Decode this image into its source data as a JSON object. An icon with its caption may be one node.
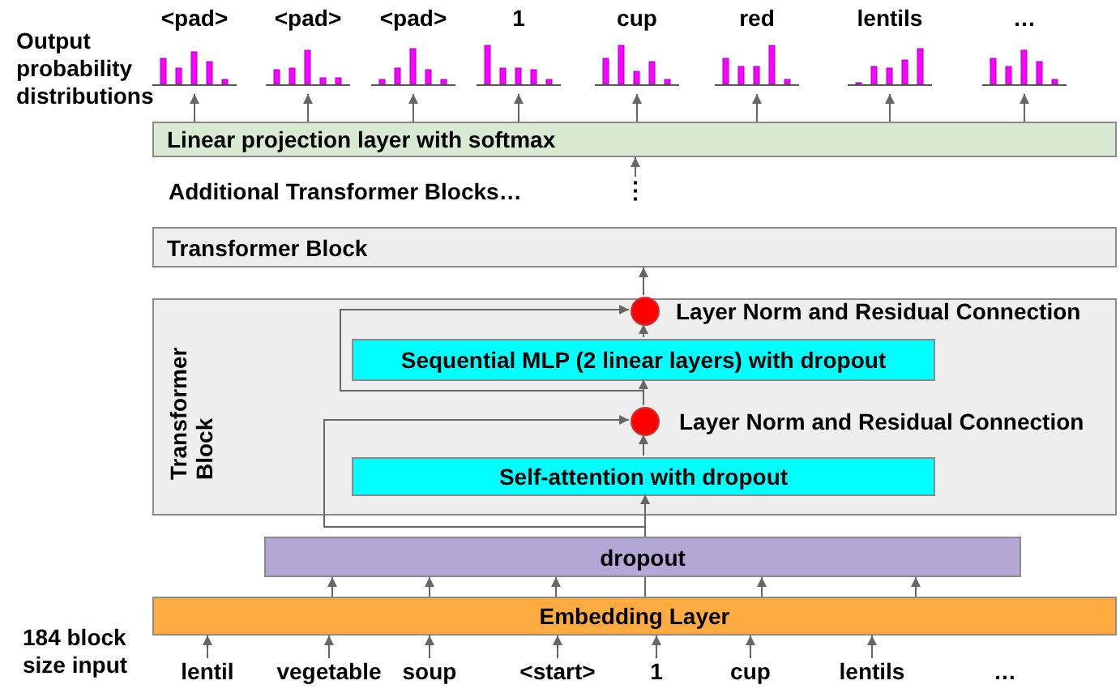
{
  "diagram": {
    "nodes": [
      {
        "text": [
          "<pad>"
        ]
      },
      {
        "text": [
          "<pad>"
        ]
      },
      {
        "text": [
          "<pad>"
        ]
      },
      {
        "text": [
          "1"
        ]
      },
      {
        "text": [
          "cup"
        ]
      },
      {
        "text": [
          "red"
        ]
      },
      {
        "text": [
          "lentils"
        ]
      },
      {
        "text": [
          "…"
        ]
      },
      {
        "text": [
          "Linear projection layer with softmax"
        ]
      },
      {
        "text": [
          "Transformer Block"
        ]
      },
      {
        "text": [
          "Transformer Block"
        ]
      },
      {
        "text": [],
        "shape": "circle",
        "in": 10,
        "beside": [
          "Layer Norm and Residual Connection"
        ]
      },
      {
        "text": [
          "Sequential MLP (2 linear layers) with dropout"
        ],
        "in": 10
      },
      {
        "text": [],
        "shape": "circle",
        "in": 10,
        "beside": [
          "Layer Norm and Residual Connection"
        ]
      },
      {
        "text": [
          "Self-attention with dropout"
        ],
        "in": 10
      },
      {
        "text": [
          "dropout"
        ]
      },
      {
        "text": [
          "Embedding Layer"
        ]
      },
      {
        "text": [
          "lentil"
        ]
      },
      {
        "text": [
          "vegetable"
        ]
      },
      {
        "text": [
          "soup"
        ]
      },
      {
        "text": [
          "<start>"
        ]
      },
      {
        "text": [
          "1"
        ]
      },
      {
        "text": [
          "cup"
        ]
      },
      {
        "text": [
          "lentils"
        ]
      },
      {
        "text": [
          "…"
        ]
      },
      {
        "text": [
          "⋮"
        ]
      }
    ],
    "edges": [
      {
        "from": 8,
        "to": 0,
        "arrow": "to"
      },
      {
        "from": 8,
        "to": 1,
        "arrow": "to"
      },
      {
        "from": 8,
        "to": 2,
        "arrow": "to"
      },
      {
        "from": 8,
        "to": 3,
        "arrow": "to"
      },
      {
        "from": 8,
        "to": 4,
        "arrow": "to"
      },
      {
        "from": 8,
        "to": 5,
        "arrow": "to"
      },
      {
        "from": 8,
        "to": 6,
        "arrow": "to"
      },
      {
        "from": 8,
        "to": 7,
        "arrow": "to"
      },
      {
        "from": 25,
        "to": 8,
        "arrow": "to"
      },
      {
        "from": 11,
        "to": 9,
        "arrow": "to"
      },
      {
        "from": 12,
        "to": 11,
        "arrow": "to"
      },
      {
        "from": 13,
        "to": 11,
        "arrow": "to"
      },
      {
        "from": 13,
        "to": 12,
        "arrow": "to"
      },
      {
        "from": 14,
        "to": 13,
        "arrow": "to"
      },
      {
        "from": 15,
        "to": 13,
        "arrow": "to"
      },
      {
        "from": 15,
        "to": 14,
        "arrow": "to"
      },
      {
        "from": 16,
        "to": 15,
        "arrow": "to"
      },
      {
        "from": 16,
        "to": 15,
        "arrow": "to"
      },
      {
        "from": 16,
        "to": 15,
        "arrow": "to"
      },
      {
        "from": 16,
        "to": 15,
        "arrow": "to"
      },
      {
        "from": 16,
        "to": 15,
        "arrow": "to"
      },
      {
        "from": 16,
        "to": 15,
        "arrow": "none"
      },
      {
        "from": 17,
        "to": 16,
        "arrow": "to"
      },
      {
        "from": 18,
        "to": 16,
        "arrow": "to"
      },
      {
        "from": 19,
        "to": 16,
        "arrow": "to"
      },
      {
        "from": 20,
        "to": 16,
        "arrow": "to"
      },
      {
        "from": 21,
        "to": 16,
        "arrow": "to"
      },
      {
        "from": 22,
        "to": 16,
        "arrow": "to"
      },
      {
        "from": 23,
        "to": 16,
        "arrow": "to"
      }
    ],
    "labels": [
      "Output probability distributions",
      "Additional Transformer Blocks…",
      "184 block size input"
    ]
  }
}
